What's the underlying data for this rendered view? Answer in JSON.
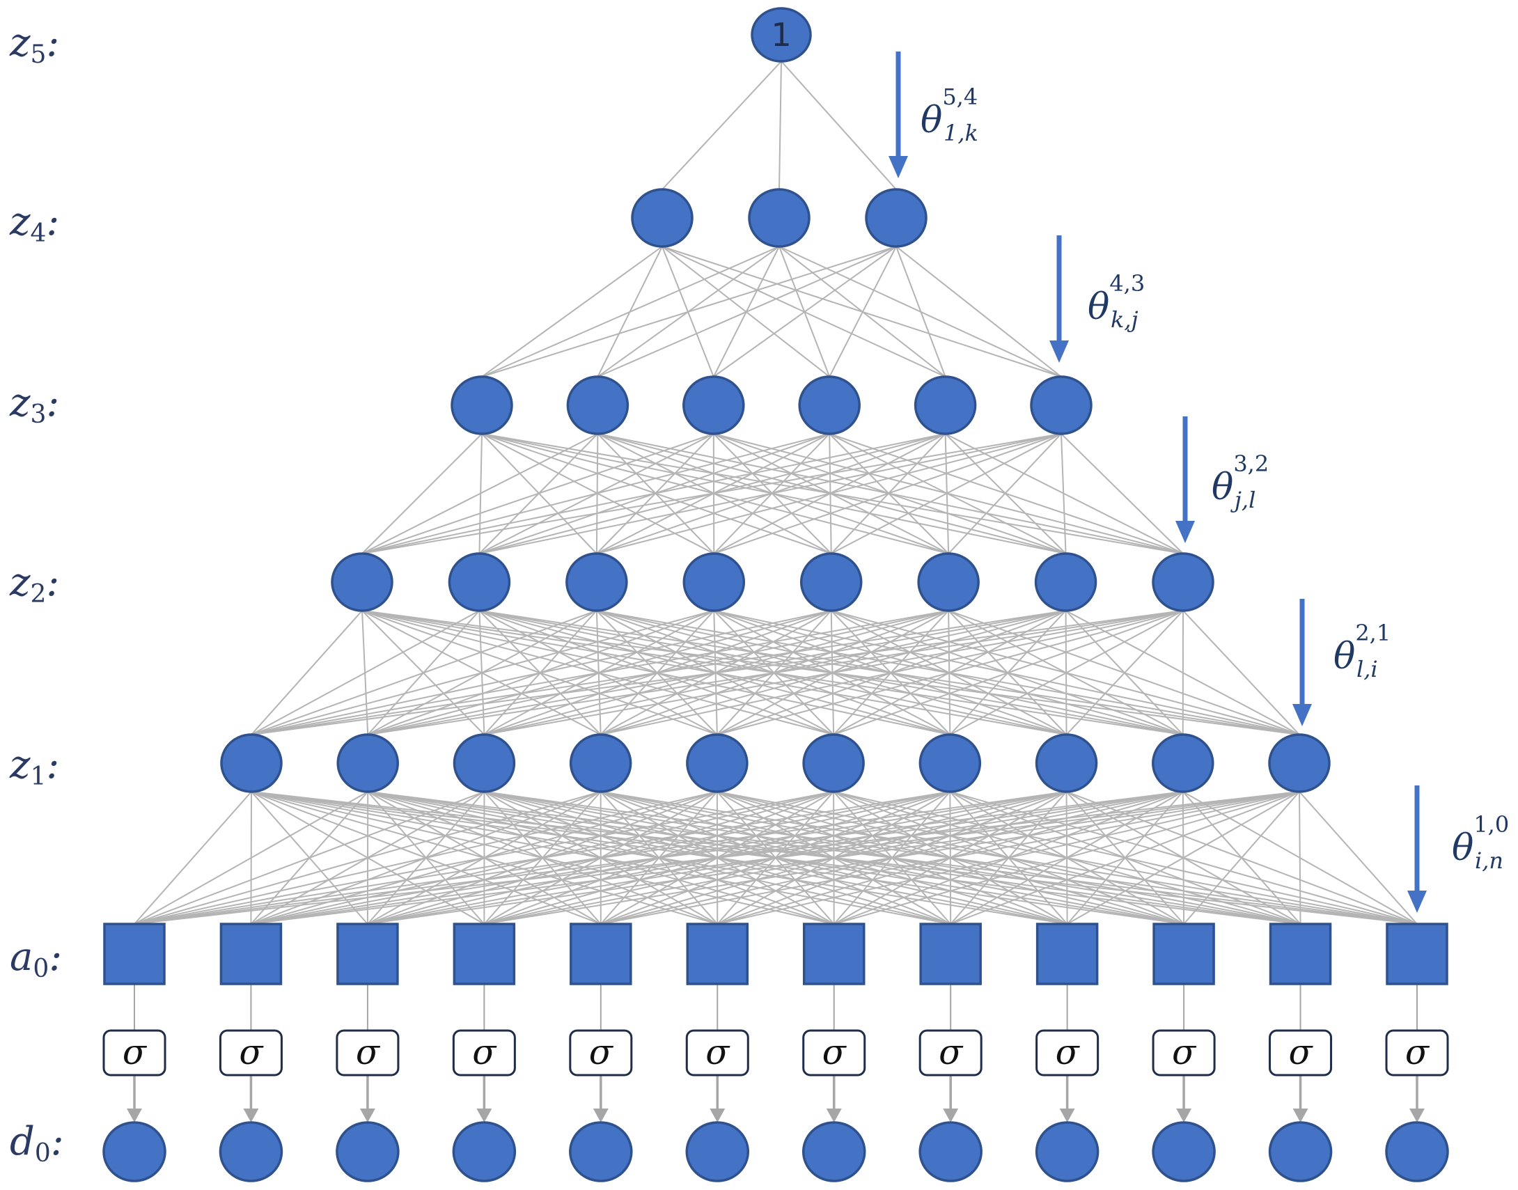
{
  "top_node_label": "1",
  "sigma_symbol": "σ",
  "layers": [
    {
      "id": "z5",
      "main": "z",
      "sub": "5",
      "colon": ":"
    },
    {
      "id": "z4",
      "main": "z",
      "sub": "4",
      "colon": ":"
    },
    {
      "id": "z3",
      "main": "z",
      "sub": "3",
      "colon": ":"
    },
    {
      "id": "z2",
      "main": "z",
      "sub": "2",
      "colon": ":"
    },
    {
      "id": "z1",
      "main": "z",
      "sub": "1",
      "colon": ":"
    },
    {
      "id": "a0",
      "main": "a",
      "sub": "0",
      "colon": ":"
    },
    {
      "id": "d0",
      "main": "d",
      "sub": "0",
      "colon": ":"
    }
  ],
  "weights": [
    {
      "symbol": "θ",
      "sup": "5,4",
      "sub": "1,k"
    },
    {
      "symbol": "θ",
      "sup": "4,3",
      "sub": "k,j"
    },
    {
      "symbol": "θ",
      "sup": "3,2",
      "sub": "j,l"
    },
    {
      "symbol": "θ",
      "sup": "2,1",
      "sub": "l,i"
    },
    {
      "symbol": "θ",
      "sup": "1,0",
      "sub": "i,n"
    }
  ],
  "node_counts": {
    "z5": 1,
    "z4": 3,
    "z3": 6,
    "z2": 8,
    "z1": 10,
    "a0": 12,
    "sigma": 12,
    "d0": 12
  },
  "colors": {
    "node_fill": "#4472c4",
    "node_stroke": "#2f528f",
    "edge": "#b4b4b4",
    "label": "#2b3a63",
    "theta": "#1f3864"
  }
}
